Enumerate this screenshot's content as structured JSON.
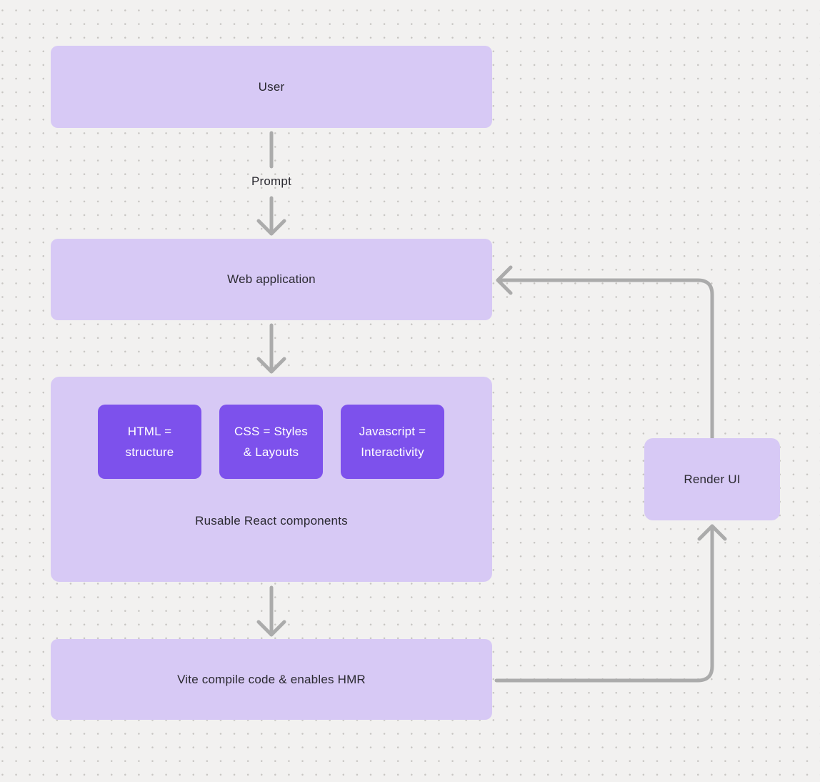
{
  "theme": {
    "background": "#f2f1f0",
    "dot": "#c7c5c2",
    "box_fill": "#d7c9f5",
    "inner_fill": "#7d51ec",
    "arrow": "#ababab",
    "text": "#2a2930",
    "text_on_purple": "#ffffff"
  },
  "diagram": {
    "nodes": {
      "user": {
        "label": "User"
      },
      "web_application": {
        "label": "Web application"
      },
      "components": {
        "caption": "Rusable React components",
        "items": [
          {
            "lines": [
              "HTML =",
              "structure"
            ]
          },
          {
            "lines": [
              "CSS = Styles",
              "& Layouts"
            ]
          },
          {
            "lines": [
              "Javascript =",
              "Interactivity"
            ]
          }
        ]
      },
      "vite": {
        "label": "Vite compile code & enables HMR"
      },
      "render_ui": {
        "label": "Render UI"
      }
    },
    "edges": {
      "prompt_label": "Prompt"
    }
  }
}
